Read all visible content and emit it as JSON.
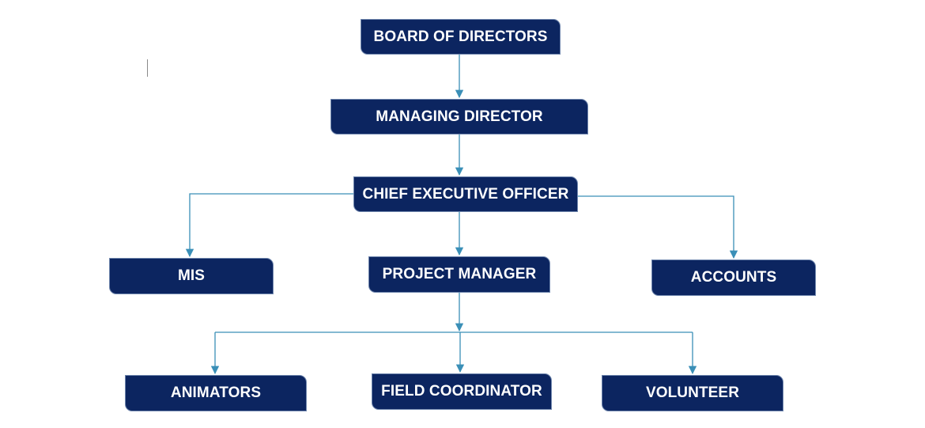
{
  "nodes": {
    "board": "BOARD OF DIRECTORS",
    "managing_director": "MANAGING DIRECTOR",
    "ceo": "CHIEF EXECUTIVE OFFICER",
    "mis": "MIS",
    "project_manager": "PROJECT MANAGER",
    "accounts": "ACCOUNTS",
    "animators": "ANIMATORS",
    "field_coordinator": "FIELD COORDINATOR",
    "volunteer": "VOLUNTEER"
  },
  "colors": {
    "box_fill": "#0c2560",
    "box_text": "#ffffff",
    "connector": "#3a8fb7"
  }
}
